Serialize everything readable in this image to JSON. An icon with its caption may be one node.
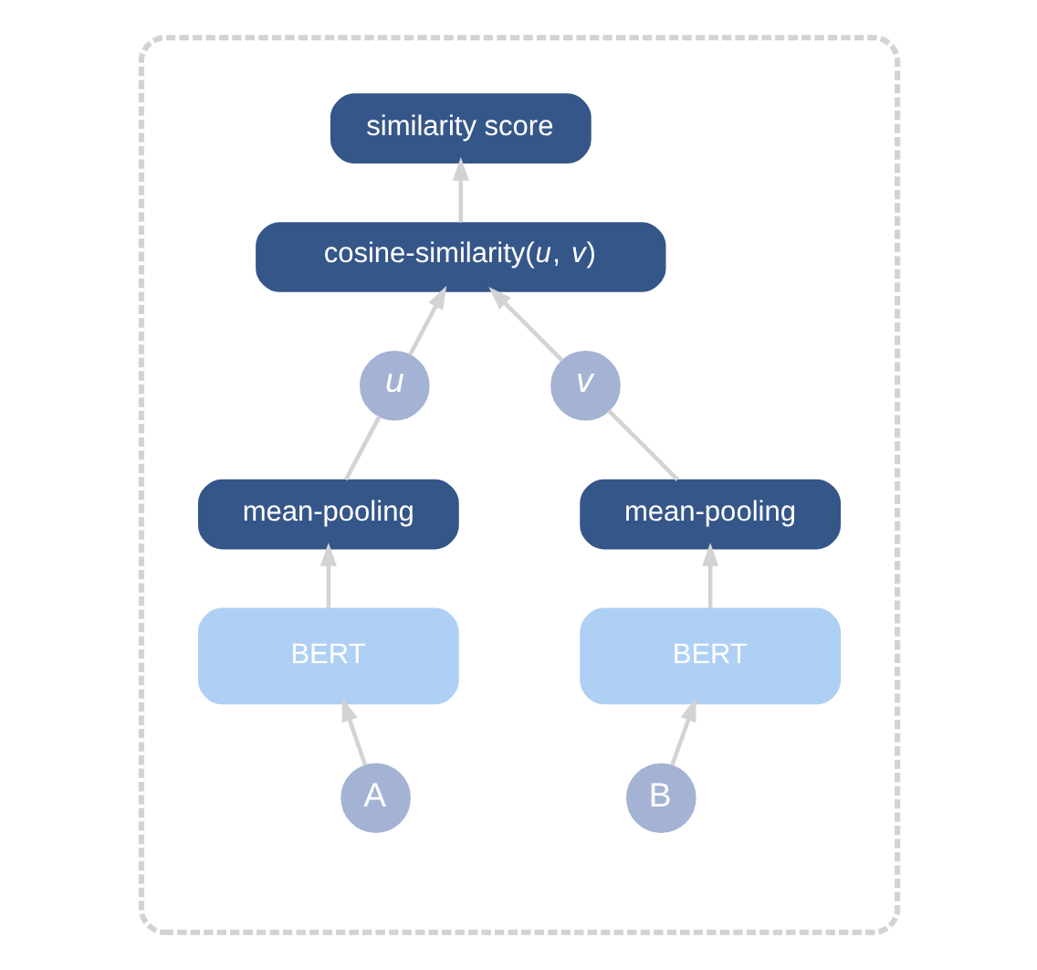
{
  "diagram": {
    "nodes": [
      {
        "text": [],
        "shape": "box"
      },
      {
        "text": [
          "similarity score"
        ],
        "in": 0
      },
      {
        "text": [
          "cosine-similarity(*u*, *v*)"
        ],
        "in": 0
      },
      {
        "text": [
          "u"
        ],
        "in": 0
      },
      {
        "text": [
          "v"
        ],
        "in": 0
      },
      {
        "text": [
          "mean-pooling"
        ],
        "in": 0
      },
      {
        "text": [
          "mean-pooling"
        ],
        "in": 0
      },
      {
        "text": [
          "BERT"
        ],
        "in": 0
      },
      {
        "text": [
          "BERT"
        ],
        "in": 0
      },
      {
        "text": [
          "A"
        ],
        "in": 0
      },
      {
        "text": [
          "B"
        ],
        "in": 0
      }
    ],
    "edges": [
      {
        "from": 2,
        "to": 1,
        "arrow": "to"
      },
      {
        "from": 3,
        "to": 2,
        "arrow": "to"
      },
      {
        "from": 4,
        "to": 2,
        "arrow": "to"
      },
      {
        "from": 5,
        "to": 3,
        "arrow": "none"
      },
      {
        "from": 6,
        "to": 4,
        "arrow": "none"
      },
      {
        "from": 7,
        "to": 5,
        "arrow": "to"
      },
      {
        "from": 8,
        "to": 6,
        "arrow": "to"
      },
      {
        "from": 9,
        "to": 7,
        "arrow": "to"
      },
      {
        "from": 10,
        "to": 8,
        "arrow": "to"
      }
    ]
  }
}
